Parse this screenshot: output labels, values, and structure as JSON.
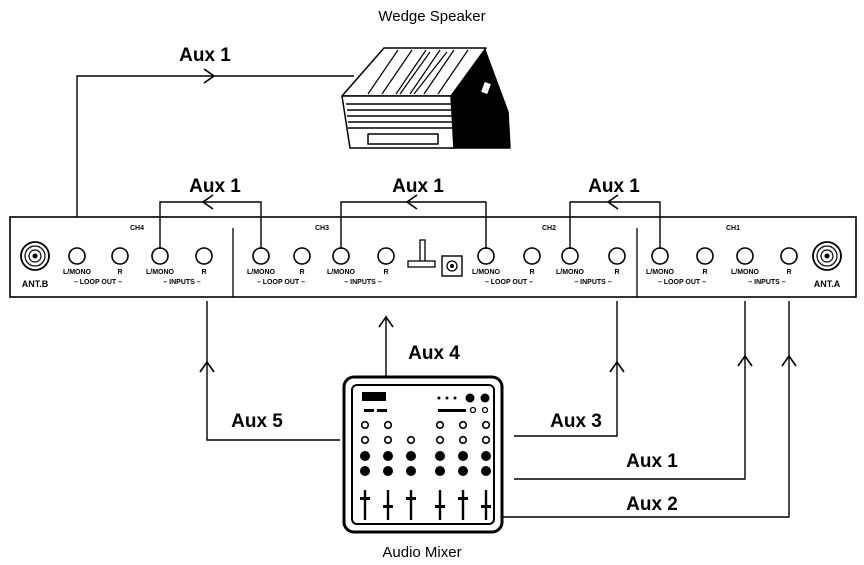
{
  "title": "Wedge Speaker",
  "mixer_label": "Audio Mixer",
  "panel": {
    "antennas": [
      "ANT.B",
      "ANT.A"
    ],
    "channels": [
      "CH4",
      "CH3",
      "CH2",
      "CH1"
    ],
    "jack_labels": {
      "lmono": "L/MONO",
      "r": "R"
    },
    "group_labels": {
      "loop_out": "– LOOP OUT –",
      "inputs": "–   INPUTS   –"
    }
  },
  "aux_labels": {
    "to_speaker": "Aux 1",
    "ch4_link": "Aux 1",
    "ch3_link": "Aux 1",
    "ch2_link": "Aux 1",
    "aux1": "Aux 1",
    "aux2": "Aux 2",
    "aux3": "Aux 3",
    "aux4": "Aux 4",
    "aux5": "Aux 5"
  }
}
